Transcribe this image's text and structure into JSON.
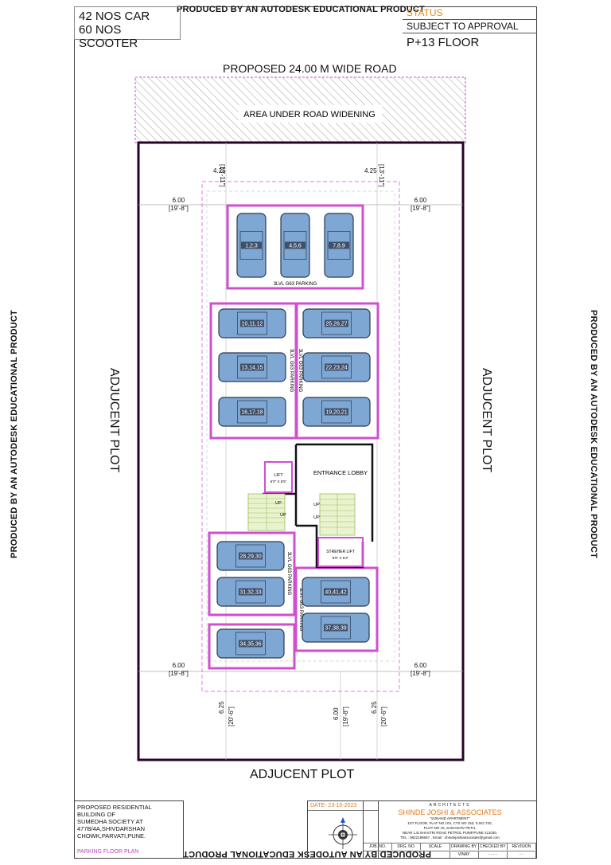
{
  "watermark": "PRODUCED BY AN AUTODESK EDUCATIONAL PRODUCT",
  "parking_summary": {
    "cars": "42 NOS CAR",
    "scooters": "60 NOS SCOOTER"
  },
  "status": {
    "label": "STATUS",
    "value": "SUBJECT TO APPROVAL"
  },
  "floors": "P+13 FLOOR",
  "road_label": "PROPOSED 24.00 M WIDE ROAD",
  "road_widening": "AREA UNDER ROAD  WIDENING",
  "adjacent_plot": "ADJUCENT PLOT",
  "dims": {
    "front_m": "4.25",
    "front_ft": "[13'-11\"]",
    "side_m": "6.00",
    "side_ft": "[19'-8\"]",
    "rear_m": "6.25",
    "rear_ft": "[20'-6\"]"
  },
  "parking_label": "3LVL G63 PARKING",
  "cars": {
    "top": [
      "1,2,3",
      "4,5,6",
      "7,8,9"
    ],
    "left_upper": [
      "10,11,12",
      "13,14,15",
      "16,17,18"
    ],
    "right_upper": [
      "25,26,27",
      "22,23,24",
      "19,20,21"
    ],
    "left_lower": [
      "28,29,30",
      "31,32,33"
    ],
    "left_bottom": "34,35,36",
    "right_lower": [
      "40,41,42",
      "37,38,39"
    ]
  },
  "rooms": {
    "lobby": "ENTRANCE LOBBY",
    "lift": "LIFT",
    "lift_size": "6'0\" X 6'5\"",
    "stretcher_lift": "STREHER LIFT",
    "stretcher_size": "8'8\" X 6'3\"",
    "up": "UP"
  },
  "title_block": {
    "project": [
      "PROPOSED RESIDENTIAL BUILDING OF",
      "SUMEDHA SOCIETY AT",
      "477B/4A,SHIVDARSHAN",
      "CHOWK,PARVATI,PUNE."
    ],
    "sheet": "PARKING FLOOR PLAN",
    "date": "DATE- 23-10-2023",
    "architects": "ARCHITECTS",
    "firm": "SHINDE  JOSHI  &  ASSOCIATES",
    "address": [
      "\"SUNAND APARTMENT\"",
      "1ST FLOOR, FLAT NO 104, CTS NO 153, S.NO 720,",
      "PLOT NO 16, SADASHIV PETH,",
      "NEAR L.B.SHASTRI ROAD PETROL PUMP,PUNE 411030.",
      "TEL : 9822198657 , Email : shindejoshiassociates@gmail.com"
    ],
    "columns": [
      "JOB. NO.",
      "DRG. NO.",
      "SCALE",
      "DRAWING BY",
      "CHECKED BY",
      "REVISION"
    ],
    "values": [
      "",
      "",
      "",
      "VINAY",
      "- - - -",
      "- -"
    ]
  },
  "colors": {
    "car": "#7ea7d4",
    "car_stroke": "#2b3a4e",
    "magenta": "#d04fd0",
    "pink": "#e07be0",
    "road_hatch": "#9a9a9a"
  }
}
